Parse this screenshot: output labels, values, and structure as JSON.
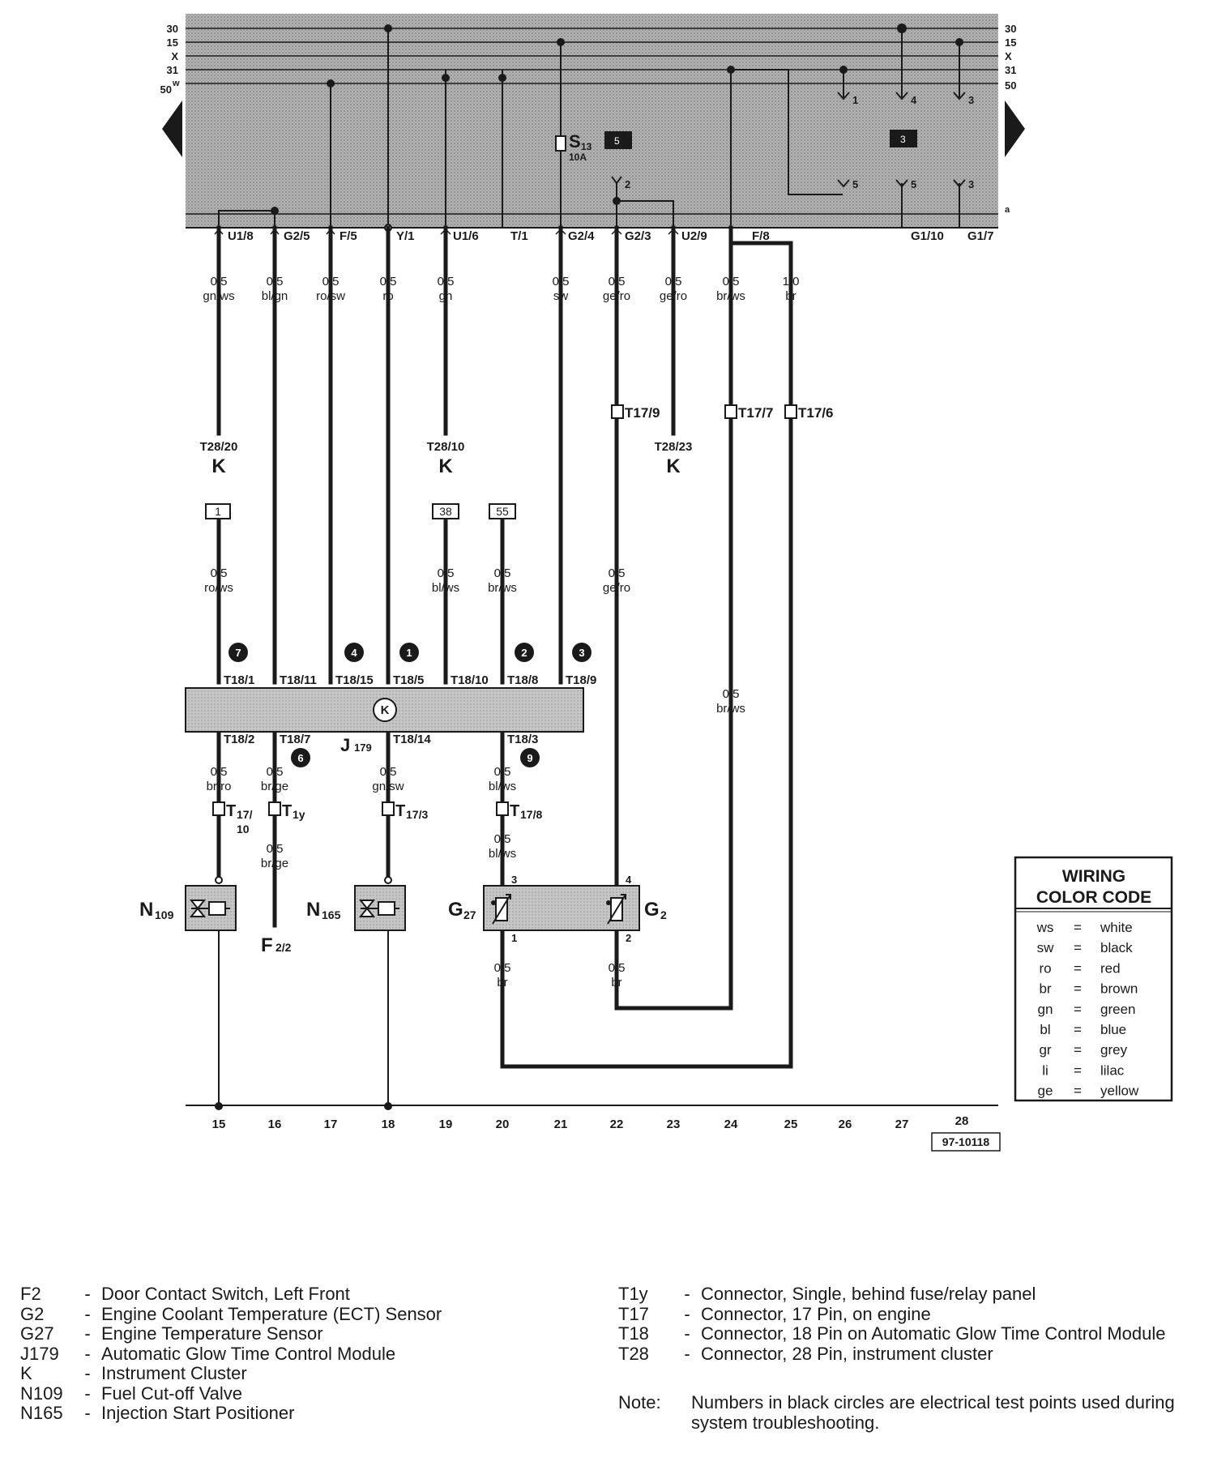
{
  "bus": {
    "left_labels": [
      "30",
      "15",
      "X",
      "31",
      "50"
    ],
    "left_w": "w",
    "right_labels": [
      "30",
      "15",
      "X",
      "31",
      "50"
    ],
    "a_label": "a"
  },
  "fuse": {
    "name": "S",
    "number": "13",
    "rating": "10A"
  },
  "relay_tags": [
    "5",
    "3"
  ],
  "relay_pins": [
    "1",
    "4",
    "3",
    "2",
    "5",
    "5",
    "3"
  ],
  "panel_terminals": [
    "U1/8",
    "G2/5",
    "F/5",
    "Y/1",
    "U1/6",
    "T/1",
    "G2/4",
    "G2/3",
    "U2/9",
    "F/8",
    "G1/10",
    "G1/7"
  ],
  "wires_top": [
    {
      "size": "0,5",
      "color": "gn/ws"
    },
    {
      "size": "0,5",
      "color": "bl/gn"
    },
    {
      "size": "0,5",
      "color": "ro/sw"
    },
    {
      "size": "0,5",
      "color": "ro"
    },
    {
      "size": "0,5",
      "color": "gn"
    },
    {
      "size": "0,5",
      "color": "sw"
    },
    {
      "size": "0,5",
      "color": "ge/ro"
    },
    {
      "size": "0,5",
      "color": "ge/ro"
    },
    {
      "size": "0,5",
      "color": "br/ws"
    },
    {
      "size": "1,0",
      "color": "br"
    }
  ],
  "k_connectors": [
    {
      "pin": "T28/20",
      "label": "K"
    },
    {
      "pin": "T28/10",
      "label": "K"
    },
    {
      "pin": "T28/23",
      "label": "K"
    }
  ],
  "t17_mid": [
    "T17/9",
    "T17/7",
    "T17/6"
  ],
  "ref_boxes": [
    "1",
    "38",
    "55"
  ],
  "wires_mid": [
    {
      "size": "0,5",
      "color": "ro/ws"
    },
    {
      "size": "0,5",
      "color": "bl/ws"
    },
    {
      "size": "0,5",
      "color": "br/ws"
    },
    {
      "size": "0,5",
      "color": "ge/ro"
    },
    {
      "size": "0,5",
      "color": "br/ws"
    }
  ],
  "test_points": [
    "7",
    "4",
    "1",
    "2",
    "3",
    "6",
    "9"
  ],
  "module": {
    "name": "J",
    "sub": "179",
    "symbol": "K"
  },
  "t18_top": [
    "T18/1",
    "T18/11",
    "T18/15",
    "T18/5",
    "T18/10",
    "T18/8",
    "T18/9"
  ],
  "t18_bottom": [
    "T18/2",
    "T18/7",
    "T18/14",
    "T18/3"
  ],
  "wires_low": [
    {
      "size": "0,5",
      "color": "br/ro"
    },
    {
      "size": "0,5",
      "color": "br/ge"
    },
    {
      "size": "0,5",
      "color": "gn/sw"
    },
    {
      "size": "0,5",
      "color": "bl/ws"
    }
  ],
  "connectors_low": [
    {
      "name": "T",
      "sub": "17/",
      "sub2": "10"
    },
    {
      "name": "T",
      "sub": "1y"
    },
    {
      "name": "T",
      "sub": "17/3"
    },
    {
      "name": "T",
      "sub": "17/8"
    }
  ],
  "wires_lower": [
    {
      "size": "0,5",
      "color": "br/ge"
    },
    {
      "size": "0,5",
      "color": "bl/ws"
    },
    {
      "size": "0,5",
      "color": "br"
    },
    {
      "size": "0,5",
      "color": "br"
    }
  ],
  "components": [
    {
      "name": "N",
      "sub": "109"
    },
    {
      "name": "N",
      "sub": "165"
    },
    {
      "name": "G",
      "sub": "27"
    },
    {
      "name": "G",
      "sub": "2"
    },
    {
      "name": "F",
      "sub": "2/2"
    }
  ],
  "sensor_pins": [
    "3",
    "1",
    "4",
    "2"
  ],
  "current_tracks": [
    "15",
    "16",
    "17",
    "18",
    "19",
    "20",
    "21",
    "22",
    "23",
    "24",
    "25",
    "26",
    "27",
    "28"
  ],
  "figure_id": "97-10118",
  "color_code": {
    "title_line1": "WIRING",
    "title_line2": "COLOR CODE",
    "entries": [
      {
        "code": "ws",
        "eq": "=",
        "color": "white"
      },
      {
        "code": "sw",
        "eq": "=",
        "color": "black"
      },
      {
        "code": "ro",
        "eq": "=",
        "color": "red"
      },
      {
        "code": "br",
        "eq": "=",
        "color": "brown"
      },
      {
        "code": "gn",
        "eq": "=",
        "color": "green"
      },
      {
        "code": "bl",
        "eq": "=",
        "color": "blue"
      },
      {
        "code": "gr",
        "eq": "=",
        "color": "grey"
      },
      {
        "code": "li",
        "eq": "=",
        "color": "lilac"
      },
      {
        "code": "ge",
        "eq": "=",
        "color": "yellow"
      }
    ]
  },
  "legend_left": [
    {
      "code": "F2",
      "dash": "-",
      "desc": "Door Contact Switch, Left Front"
    },
    {
      "code": "G2",
      "dash": "-",
      "desc": "Engine Coolant Temperature (ECT) Sensor"
    },
    {
      "code": "G27",
      "dash": "-",
      "desc": "Engine Temperature Sensor"
    },
    {
      "code": "J179",
      "dash": "-",
      "desc": "Automatic Glow Time Control Module"
    },
    {
      "code": "K",
      "dash": "-",
      "desc": "Instrument Cluster"
    },
    {
      "code": "N109",
      "dash": "-",
      "desc": "Fuel Cut-off Valve"
    },
    {
      "code": "N165",
      "dash": "-",
      "desc": "Injection Start Positioner"
    }
  ],
  "legend_right": [
    {
      "code": "T1y",
      "dash": "-",
      "desc": "Connector, Single, behind fuse/relay panel"
    },
    {
      "code": "T17",
      "dash": "-",
      "desc": "Connector, 17 Pin, on engine"
    },
    {
      "code": "T18",
      "dash": "-",
      "desc": "Connector, 18 Pin on Automatic Glow Time Control Module"
    },
    {
      "code": "T28",
      "dash": "-",
      "desc": "Connector, 28 Pin, instrument cluster"
    }
  ],
  "note": {
    "label": "Note:",
    "text": "Numbers in black circles are electrical test points used during system troubleshooting."
  },
  "colors": {
    "panel": "#a9a9a9",
    "ink": "#1a1a1a",
    "box": "#b8b8b8"
  }
}
